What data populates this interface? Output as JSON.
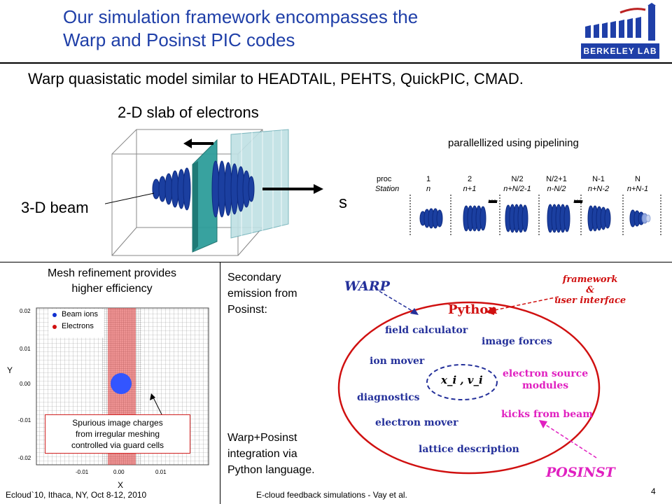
{
  "header": {
    "title_line1": "Our simulation framework encompasses the",
    "title_line2": "Warp and Posinst PIC codes",
    "logo_text": "BERKELEY LAB"
  },
  "subtitle": "Warp quasistatic model similar to HEADTAIL, PEHTS, QuickPIC, CMAD.",
  "beam_figure": {
    "slab_label": "2-D slab of electrons",
    "beam_label": "3-D beam",
    "axis_label": "s"
  },
  "pipeline": {
    "title": "parallellized using pipelining",
    "row1_label": "proc",
    "row2_label": "Station",
    "columns": [
      {
        "proc": "1",
        "station": "n"
      },
      {
        "proc": "2",
        "station": "n+1"
      },
      {
        "proc": "N/2",
        "station": "n+N/2-1"
      },
      {
        "proc": "N/2+1",
        "station": "n-N/2"
      },
      {
        "proc": "N-1",
        "station": "n+N-2"
      },
      {
        "proc": "N",
        "station": "n+N-1"
      }
    ]
  },
  "mesh": {
    "caption_line1": "Mesh refinement provides",
    "caption_line2": "higher efficiency",
    "legend": [
      "Beam ions",
      "Electrons"
    ],
    "ylabel": "Y",
    "xlabel": "X",
    "yticks": [
      "0.02",
      "0.01",
      "0.00",
      "-0.01",
      "-0.02"
    ],
    "xticks": [
      "-0.01",
      "0.00",
      "0.01"
    ],
    "note_line1": "Spurious image charges",
    "note_line2": "from irregular meshing",
    "note_line3": "controlled via guard cells"
  },
  "secondary": {
    "line1": "Secondary",
    "line2": "emission from",
    "line3": "Posinst:"
  },
  "integration": {
    "line1": "Warp+Posinst",
    "line2": "integration via",
    "line3": "Python language."
  },
  "diagram": {
    "warp": "WARP",
    "posinst": "POSINST",
    "python": "Python",
    "framework_line1": "framework",
    "framework_line2": "&",
    "framework_line3": "user interface",
    "field_calculator": "field calculator",
    "image_forces": "image forces",
    "ion_mover": "ion mover",
    "electron_source_line1": "electron source",
    "electron_source_line2": "modules",
    "diagnostics": "diagnostics",
    "kicks": "kicks from beam",
    "electron_mover": "electron mover",
    "lattice": "lattice description",
    "xv": "x_i , v_i"
  },
  "footer": {
    "left": "Ecloud`10, Ithaca, NY, Oct 8-12, 2010",
    "center": "E-cloud feedback simulations - Vay et al.",
    "page": "4"
  },
  "colors": {
    "title_blue": "#1f3fa8",
    "beam_blue": "#1b3fa0",
    "slab_teal": "#2e9e9a",
    "diagram_red": "#d01010",
    "diagram_blue": "#24309a",
    "diagram_magenta": "#e020c0",
    "diagram_orange": "#e07020"
  }
}
